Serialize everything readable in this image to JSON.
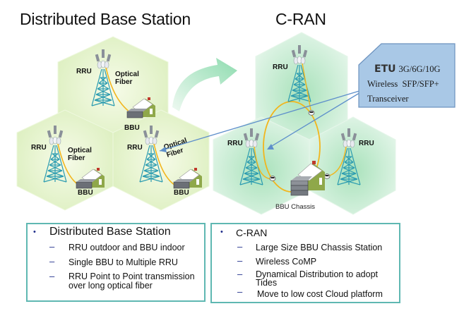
{
  "titles": {
    "left": "Distributed Base Station",
    "right": "C-RAN"
  },
  "diagram": {
    "left_cells": [
      {
        "rru_label": "RRU",
        "fiber_label_line1": "Optical",
        "fiber_label_line2": "Fiber",
        "bbu_label": "BBU"
      },
      {
        "rru_label": "RRU",
        "fiber_label_line1": "Optical",
        "fiber_label_line2": "Fiber",
        "bbu_label": "BBU"
      },
      {
        "rru_label": "RRU",
        "fiber_label_line1": "Optical",
        "fiber_label_line2": "Fiber",
        "bbu_label": "BBU"
      }
    ],
    "right_cells": [
      {
        "rru_label": "RRU"
      },
      {
        "rru_label": "RRU"
      },
      {
        "rru_label": "RRU"
      }
    ],
    "bbu_chassis_label": "BBU Chassis",
    "callout": {
      "etu": "ETU",
      "rate": "3G/6G/10G",
      "line2": "Wireless  SFP/SFP+",
      "line3": "Transceiver"
    },
    "colors": {
      "left_hex_fill": "#e3f4c6",
      "right_hex_fill": "#cdeed6",
      "fiber": "#f2b51c",
      "tower": "#2a9bb0",
      "callout_fill": "#a9c8e6",
      "callout_stroke": "#6d93bf",
      "pointer_line": "#5e8fcb",
      "arrow": "#a6e3bf",
      "box_border": "#5fb8b2"
    }
  },
  "left_box": {
    "heading": "Distributed Base Station",
    "items": [
      "RRU outdoor and BBU indoor",
      "Single BBU to Multiple RRU",
      "RRU Point to Point transmission",
      "over long optical fiber"
    ]
  },
  "right_box": {
    "heading": "C-RAN",
    "items": [
      "Large Size BBU Chassis Station",
      "Wireless CoMP",
      "Dynamical Distribution to adopt",
      "Tides",
      "Move to low cost Cloud platform"
    ]
  }
}
